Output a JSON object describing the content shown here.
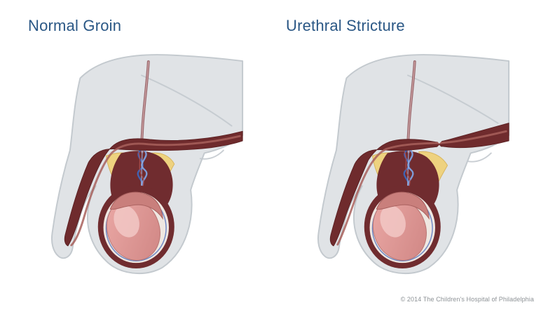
{
  "page": {
    "background": "#ffffff"
  },
  "panels": [
    {
      "id": "normal-groin",
      "title": "Normal Groin"
    },
    {
      "id": "urethral-stricture",
      "title": "Urethral Stricture"
    }
  ],
  "footer": {
    "copyright": "© 2014 The Children's Hospital of Philadelphia"
  },
  "colors": {
    "title_text": "#2a5785",
    "body_fill": "#e0e3e6",
    "body_outline": "#c3c9ce",
    "tube_dark": "#6f2b2d",
    "tube_light": "#a8605c",
    "sac_fill": "#702c2f",
    "fat_yellow": "#eed27f",
    "fat_outline": "#d8b55e",
    "plexus_blue": "#3f63b5",
    "plexus_blue_light": "#7e9cd8",
    "plexus_pale": "#9db4e2",
    "plexus_red": "#a84f4f",
    "testis_pink": "#dd9b98",
    "testis_highlight": "#f2c8c5",
    "epididymis_pink": "#c97f7c",
    "inner_pale": "#efe7e1",
    "tunica_blue": "#4d6fbe",
    "cord_brown": "#9a6a6f",
    "cord_light": "#cba0a2",
    "copyright_text": "#8d9296"
  }
}
